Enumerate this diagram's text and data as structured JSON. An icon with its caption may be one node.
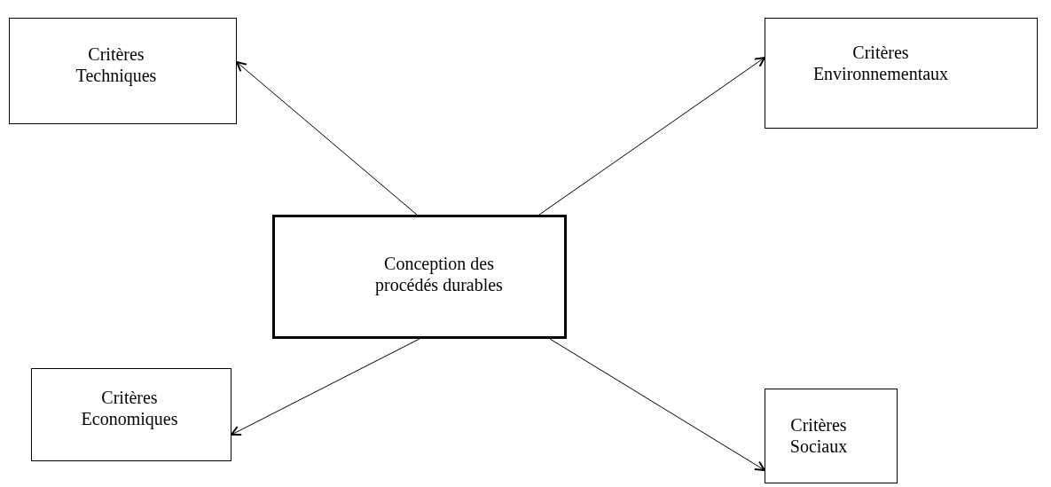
{
  "diagram": {
    "nodes": [
      {
        "text": [
          "Conception des procédés durables"
        ]
      },
      {
        "text": [
          "Critères Techniques"
        ]
      },
      {
        "text": [
          "Critères Environnementaux"
        ]
      },
      {
        "text": [
          "Critères Economiques"
        ]
      },
      {
        "text": [
          "Critères Sociaux"
        ]
      }
    ],
    "edges": [
      {
        "from": 0,
        "to": 1,
        "arrow": "to"
      },
      {
        "from": 0,
        "to": 2,
        "arrow": "to"
      },
      {
        "from": 0,
        "to": 3,
        "arrow": "to"
      },
      {
        "from": 0,
        "to": 4,
        "arrow": "to"
      }
    ]
  }
}
